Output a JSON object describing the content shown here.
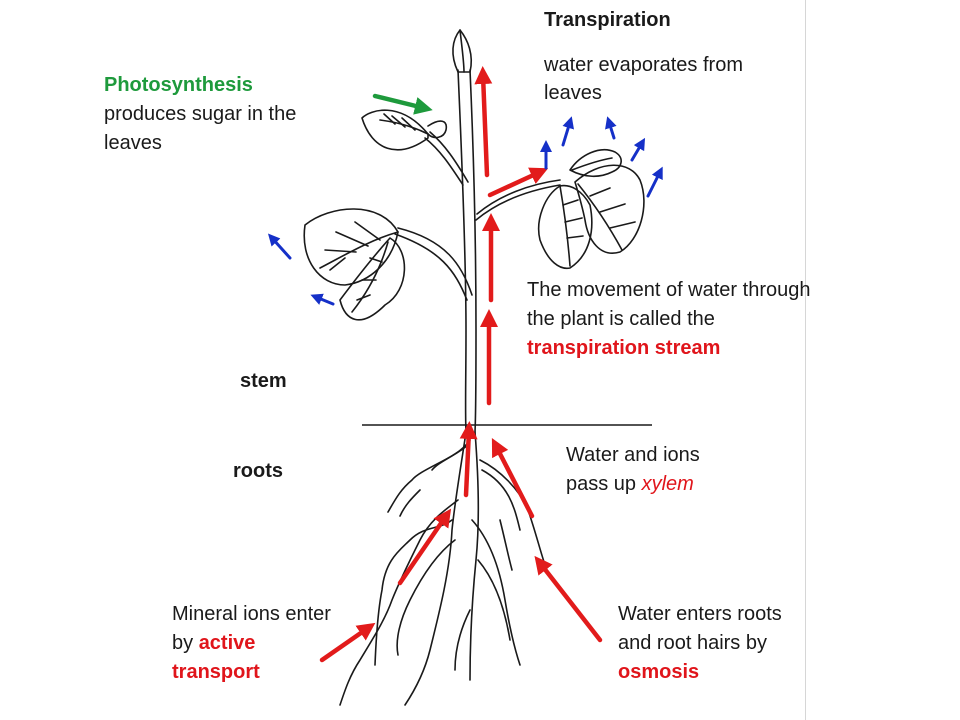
{
  "colors": {
    "red_arrow": "#e21b1b",
    "blue_arrow": "#1530c8",
    "green_arrow": "#1e9a3c",
    "line": "#1a1a1a"
  },
  "labels": {
    "transpiration_title": "Transpiration",
    "transpiration_desc_1": "water evaporates from",
    "transpiration_desc_2": "leaves",
    "photosynthesis_title": "Photosynthesis",
    "photosynthesis_desc_1": "produces sugar in the",
    "photosynthesis_desc_2": "leaves",
    "movement_1": "The movement of water through",
    "movement_2": "the plant is called the",
    "movement_highlight": "transpiration stream",
    "stem": "stem",
    "roots": "roots",
    "xylem_1": "Water and ions",
    "xylem_2": "pass up ",
    "xylem_highlight": "xylem",
    "mineral_1": "Mineral ions enter",
    "mineral_2": "by ",
    "mineral_highlight_1": "active",
    "mineral_highlight_2": "transport",
    "water_1": "Water enters roots",
    "water_2": "and root hairs by",
    "water_highlight": "osmosis"
  }
}
